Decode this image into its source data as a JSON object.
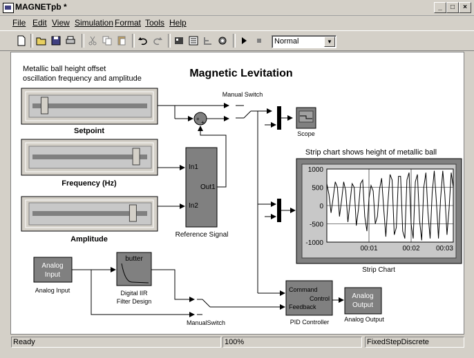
{
  "window": {
    "title": "MAGNETpb *"
  },
  "menu": [
    "File",
    "Edit",
    "View",
    "Simulation",
    "Format",
    "Tools",
    "Help"
  ],
  "toolbar": {
    "mode_value": "Normal"
  },
  "diagram": {
    "title": "Magnetic Levitation",
    "slider_group_note": [
      "Metallic ball height offset",
      "oscillation frequency and amplitude"
    ],
    "sliders": [
      {
        "label": "Setpoint",
        "level": 0.08
      },
      {
        "label": "Frequency (Hz)",
        "level": 0.93
      },
      {
        "label": "Amplitude",
        "level": 0.9
      }
    ],
    "manual_switch_top_label": "Manual Switch",
    "scope_label": "Scope",
    "reference_block": {
      "in1": "In1",
      "in2": "In2",
      "out1": "Out1",
      "label": "Reference Signal"
    },
    "strip_chart_note": "Strip chart shows height of metallic ball",
    "strip_chart_label": "Strip Chart",
    "analog_input": {
      "text": [
        "Analog",
        "Input"
      ],
      "label": "Analog Input"
    },
    "filter": {
      "text": "butter",
      "label": [
        "Digital IIR",
        "Filter Design"
      ]
    },
    "manual_switch_bottom_label": "ManualSwitch",
    "pid": {
      "command": "Command",
      "control": "Control",
      "feedback": "Feedback",
      "label": "PID Controller"
    },
    "analog_output": {
      "text": [
        "Analog",
        "Output"
      ],
      "label": "Analog Output"
    }
  },
  "chart_data": {
    "type": "line",
    "title": "",
    "xlabel": "",
    "ylabel": "",
    "x_ticks": [
      "00:01",
      "00:02",
      "00:03"
    ],
    "y_ticks": [
      "1000",
      "500",
      "0",
      "-500",
      "-1000"
    ],
    "ylim": [
      -1000,
      1000
    ],
    "grid": true,
    "series": [
      {
        "name": "",
        "x": [
          0.0,
          0.05,
          0.1,
          0.15,
          0.2,
          0.25,
          0.3,
          0.35,
          0.4,
          0.45,
          0.5,
          0.55,
          0.6,
          0.65,
          0.7,
          0.75,
          0.8,
          0.85,
          0.9,
          0.95,
          1.0,
          1.05,
          1.1,
          1.15,
          1.2,
          1.25,
          1.3,
          1.35,
          1.4,
          1.45,
          1.5,
          1.55,
          1.6,
          1.65,
          1.7,
          1.75,
          1.8,
          1.85,
          1.9,
          1.95,
          2.0,
          2.05,
          2.1,
          2.15,
          2.2,
          2.25,
          2.3,
          2.35,
          2.4,
          2.45,
          2.5,
          2.55,
          2.6,
          2.65,
          2.7,
          2.75,
          2.8,
          2.85,
          2.9,
          2.95,
          3.0
        ],
        "y": [
          600,
          300,
          -200,
          200,
          650,
          500,
          -300,
          150,
          650,
          400,
          -450,
          100,
          600,
          500,
          -550,
          -100,
          600,
          700,
          -300,
          -700,
          200,
          550,
          400,
          -500,
          -300,
          450,
          750,
          -100,
          -850,
          100,
          850,
          700,
          -800,
          -600,
          800,
          800,
          -700,
          -900,
          700,
          900,
          -500,
          -900,
          650,
          850,
          -400,
          -950,
          500,
          900,
          -200,
          -900,
          350,
          950,
          100,
          -900,
          200,
          950,
          300,
          -800,
          -100,
          900,
          500
        ]
      }
    ]
  },
  "status": {
    "left": "Ready",
    "zoom": "100%",
    "solver": "FixedStepDiscrete"
  }
}
